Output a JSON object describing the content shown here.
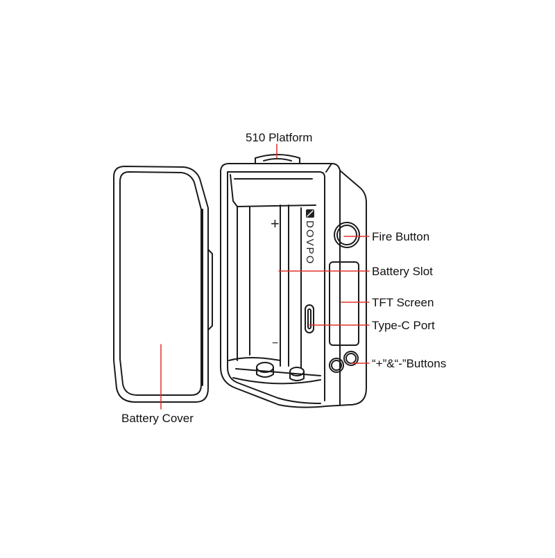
{
  "labels": {
    "platform": "510 Platform",
    "fire_button": "Fire Button",
    "battery_slot": "Battery Slot",
    "tft_screen": "TFT Screen",
    "type_c_port": "Type-C Port",
    "adjust_buttons": "“+”&“-”Buttons",
    "battery_cover": "Battery Cover"
  },
  "device": {
    "brand": "DOVPO",
    "plus_sign": "+",
    "minus_sign": "−"
  },
  "colors": {
    "leader_line": "#e0302a",
    "outline": "#1a1a1a"
  }
}
